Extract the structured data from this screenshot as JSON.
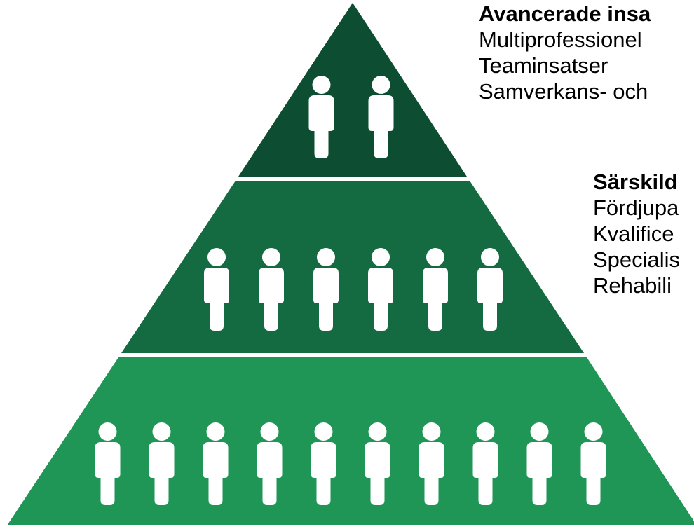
{
  "colors": {
    "tier_top": "#0d4d32",
    "tier_middle": "#146b41",
    "tier_bottom": "#1f9556",
    "figure": "#ffffff",
    "separator": "#ffffff"
  },
  "tiers": [
    {
      "id": "top",
      "people_count": 2,
      "heading": "Avancerade insa",
      "items": [
        "Multiprofessionel",
        "Teaminsatser",
        "Samverkans- och"
      ]
    },
    {
      "id": "middle",
      "people_count": 6,
      "heading": "Särskild",
      "items": [
        "Fördjupa",
        "Kvalifice",
        "Specialis",
        "Rehabili"
      ]
    },
    {
      "id": "bottom",
      "people_count": 10,
      "heading": "",
      "items": []
    }
  ]
}
